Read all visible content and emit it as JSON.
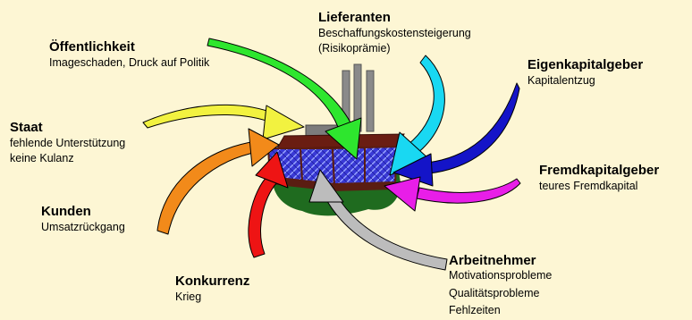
{
  "stakeholders": {
    "lieferanten": {
      "title": "Lieferanten",
      "lines": [
        "Beschaffungskostensteigerung",
        "(Risikoprämie)"
      ],
      "color": "#19d8f2"
    },
    "oeffentlichkeit": {
      "title": "Öffentlichkeit",
      "lines": [
        "Imageschaden, Druck auf Politik"
      ],
      "color": "#2ee62e"
    },
    "eigenkapitalgeber": {
      "title": "Eigenkapitalgeber",
      "lines": [
        "Kapitalentzug"
      ],
      "color": "#1414c8"
    },
    "staat": {
      "title": "Staat",
      "lines": [
        "fehlende Unterstützung",
        "keine Kulanz"
      ],
      "color": "#f2f240"
    },
    "fremdkapitalgeber": {
      "title": "Fremdkapitalgeber",
      "lines": [
        "teures Fremdkapital"
      ],
      "color": "#e81ee8"
    },
    "kunden": {
      "title": "Kunden",
      "lines": [
        "Umsatzrückgang"
      ],
      "color": "#f28a1a"
    },
    "arbeitnehmer": {
      "title": "Arbeitnehmer",
      "lines": [
        "Motivationsprobleme",
        "Qualitätsprobleme",
        "Fehlzeiten"
      ],
      "color": "#bcbcbc"
    },
    "konkurrenz": {
      "title": "Konkurrenz",
      "lines": [
        "Krieg"
      ],
      "color": "#ee1414"
    }
  }
}
